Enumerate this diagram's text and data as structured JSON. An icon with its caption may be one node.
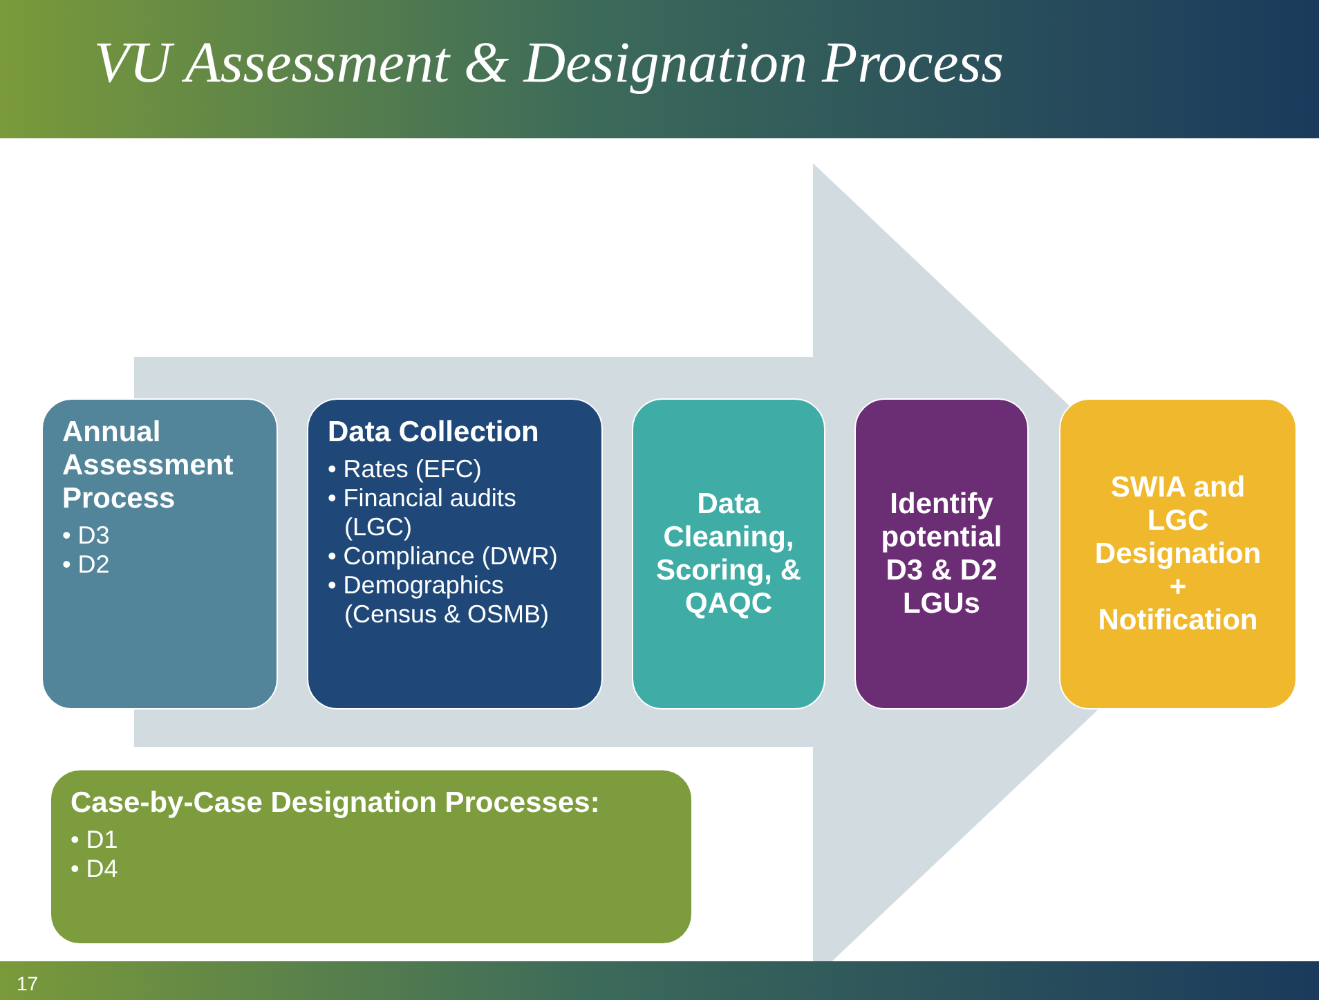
{
  "diagram": {
    "title": "VU Assessment & Designation Process",
    "nodes": [
      {
        "text": [
          "Annual Assessment Process",
          "• D3",
          "• D2"
        ]
      },
      {
        "text": [
          "Data Collection",
          "• Rates (EFC)",
          "• Financial audits (LGC)",
          "• Compliance (DWR)",
          "• Demographics (Census & OSMB)"
        ]
      },
      {
        "text": [
          "Data Cleaning, Scoring, & QAQC"
        ]
      },
      {
        "text": [
          "Identify potential D3 & D2 LGUs"
        ]
      },
      {
        "text": [
          "SWIA and LGC Designation + Notification"
        ]
      },
      {
        "text": [
          "Case-by-Case Designation Processes:",
          "• D1",
          "• D4"
        ]
      }
    ],
    "edges": [
      {
        "from": 0,
        "to": 4,
        "arrow": "to"
      }
    ],
    "labels": [
      "17"
    ]
  }
}
